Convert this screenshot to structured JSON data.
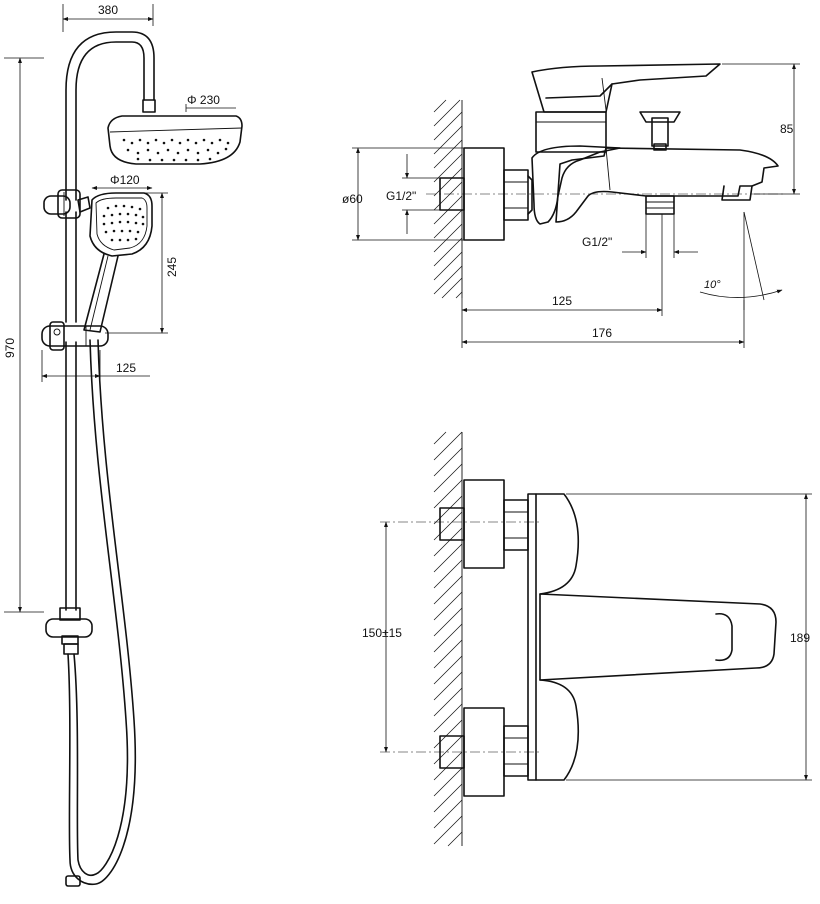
{
  "shower_set": {
    "width_label": "380",
    "height_label": "970",
    "head_diameter_label": "Φ 230",
    "hand_diameter_label": "Φ120",
    "hand_height_label": "245",
    "hand_offset_label": "125"
  },
  "mixer_side": {
    "flange_diameter_label": "ø60",
    "inlet_thread_label": "G1/2\"",
    "outlet_thread_label": "G1/2\"",
    "height_label": "85",
    "spout_offset_label": "125",
    "total_depth_label": "176",
    "angle_label": "10°"
  },
  "mixer_front": {
    "centers_label": "150±15",
    "height_label": "189"
  }
}
